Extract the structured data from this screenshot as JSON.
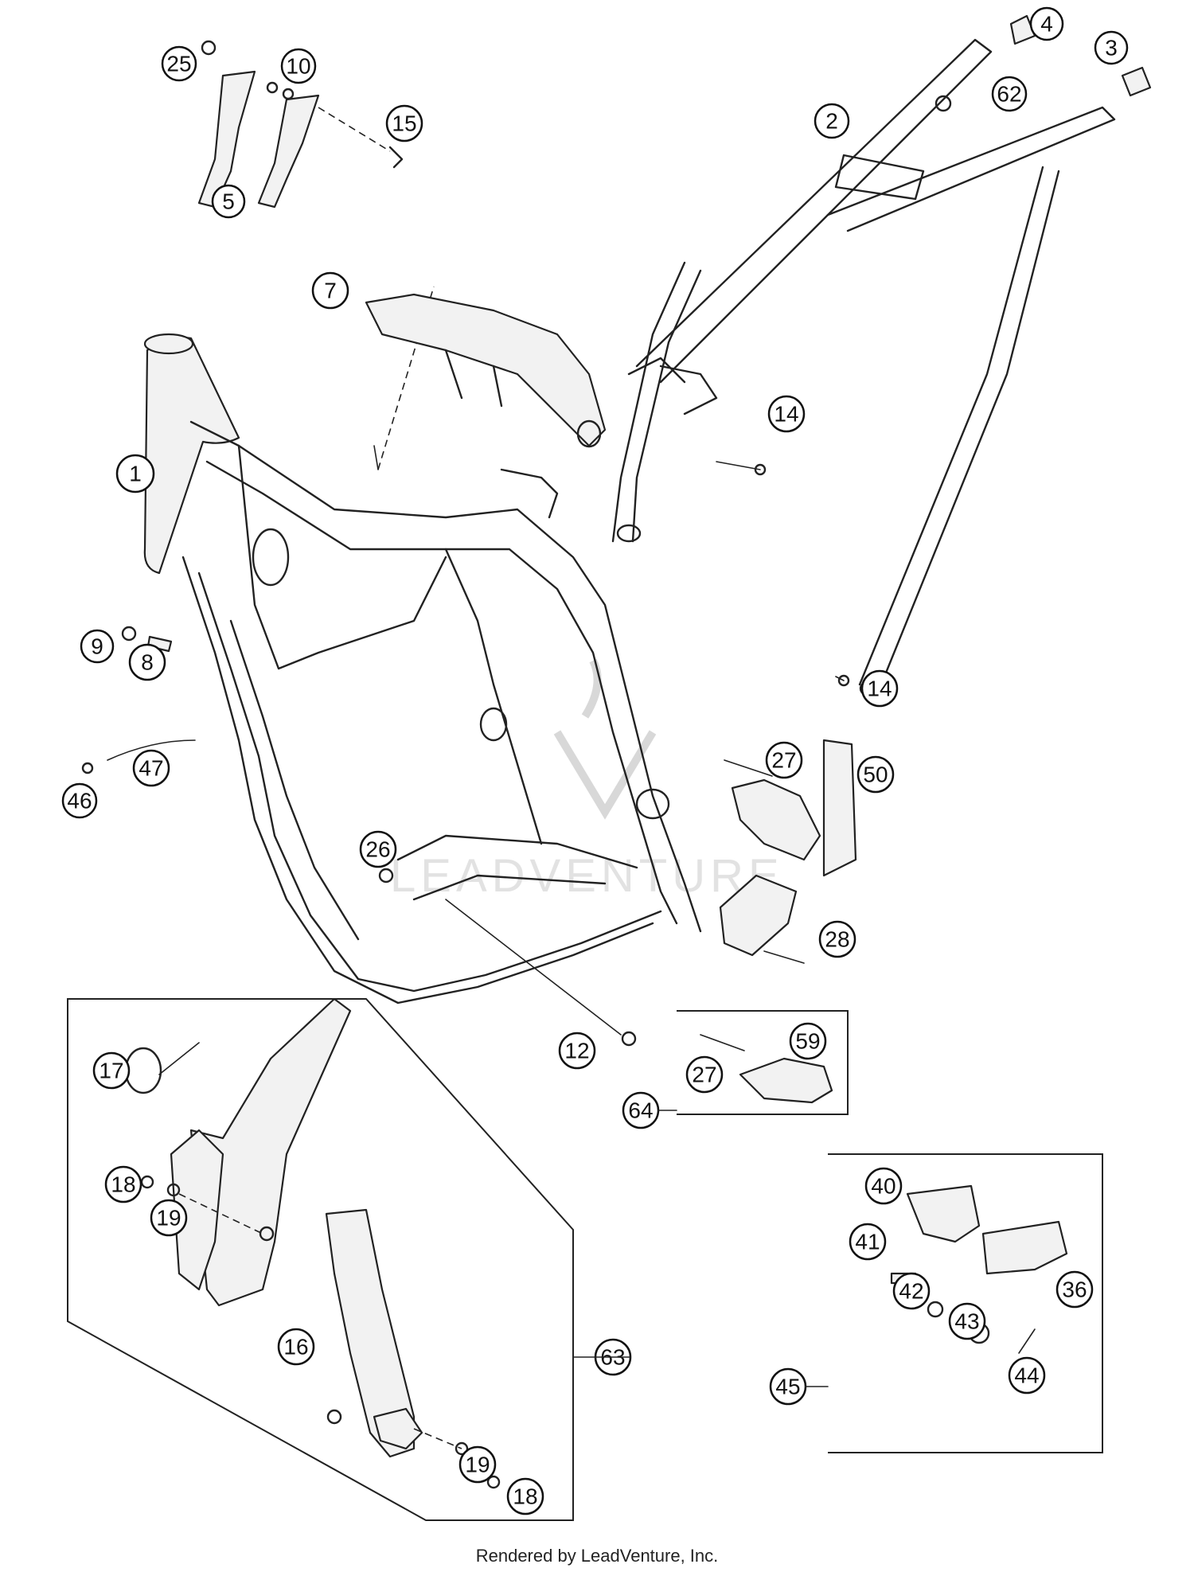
{
  "footer": {
    "credit": "Rendered by LeadVenture, Inc."
  },
  "watermark": {
    "text": "LEADVENTURE"
  },
  "callouts": [
    "1",
    "2",
    "3",
    "4",
    "5",
    "7",
    "8",
    "9",
    "10",
    "12",
    "14",
    "14",
    "15",
    "16",
    "17",
    "18",
    "18",
    "19",
    "19",
    "25",
    "26",
    "27",
    "27",
    "28",
    "36",
    "40",
    "41",
    "42",
    "43",
    "44",
    "45",
    "46",
    "47",
    "50",
    "59",
    "62",
    "63",
    "64"
  ]
}
